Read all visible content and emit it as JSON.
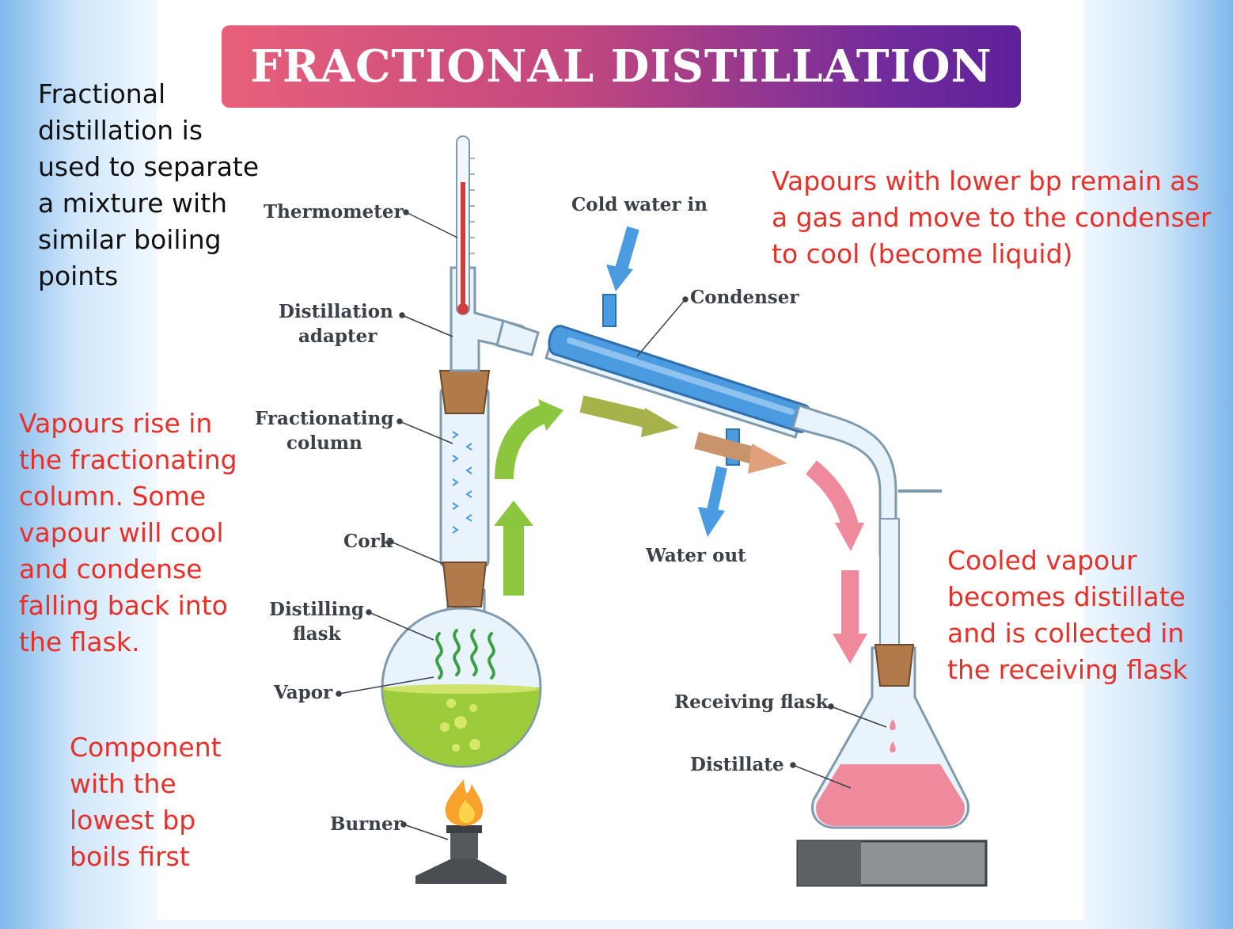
{
  "title": "FRACTIONAL DISTILLATION",
  "notes": {
    "intro": "Fractional\ndistillation is\nused to separate\na mixture with\nsimilar boiling\npoints",
    "vapours_rise": "Vapours rise in\nthe fractionating\ncolumn. Some\nvapour will cool\nand condense\nfalling back into\nthe flask.",
    "lowest_bp": "Component\nwith the\nlowest bp\nboils first",
    "lower_bp_gas": "Vapours with lower bp remain as\na gas and move to the condenser\nto cool (become liquid)",
    "cooled_vapour": "Cooled vapour\nbecomes distillate\nand is collected in\nthe receiving flask"
  },
  "labels": {
    "thermometer": "Thermometer",
    "distillation_adapter_1": "Distillation",
    "distillation_adapter_2": "adapter",
    "fractionating_column_1": "Fractionating",
    "fractionating_column_2": "column",
    "cork": "Cork",
    "distilling_flask_1": "Distilling",
    "distilling_flask_2": "flask",
    "vapor": "Vapor",
    "burner": "Burner",
    "cold_water_in": "Cold water in",
    "condenser": "Condenser",
    "water_out": "Water out",
    "receiving_flask": "Receiving flask",
    "distillate": "Distillate"
  },
  "colors": {
    "red_text": "#e8302a",
    "liquid_green": "#9ccc3c",
    "distillate_pink": "#ee8a9c",
    "condenser_blue": "#4a9be0",
    "glass": "#e8f3fb",
    "cork": "#b07a4a"
  }
}
